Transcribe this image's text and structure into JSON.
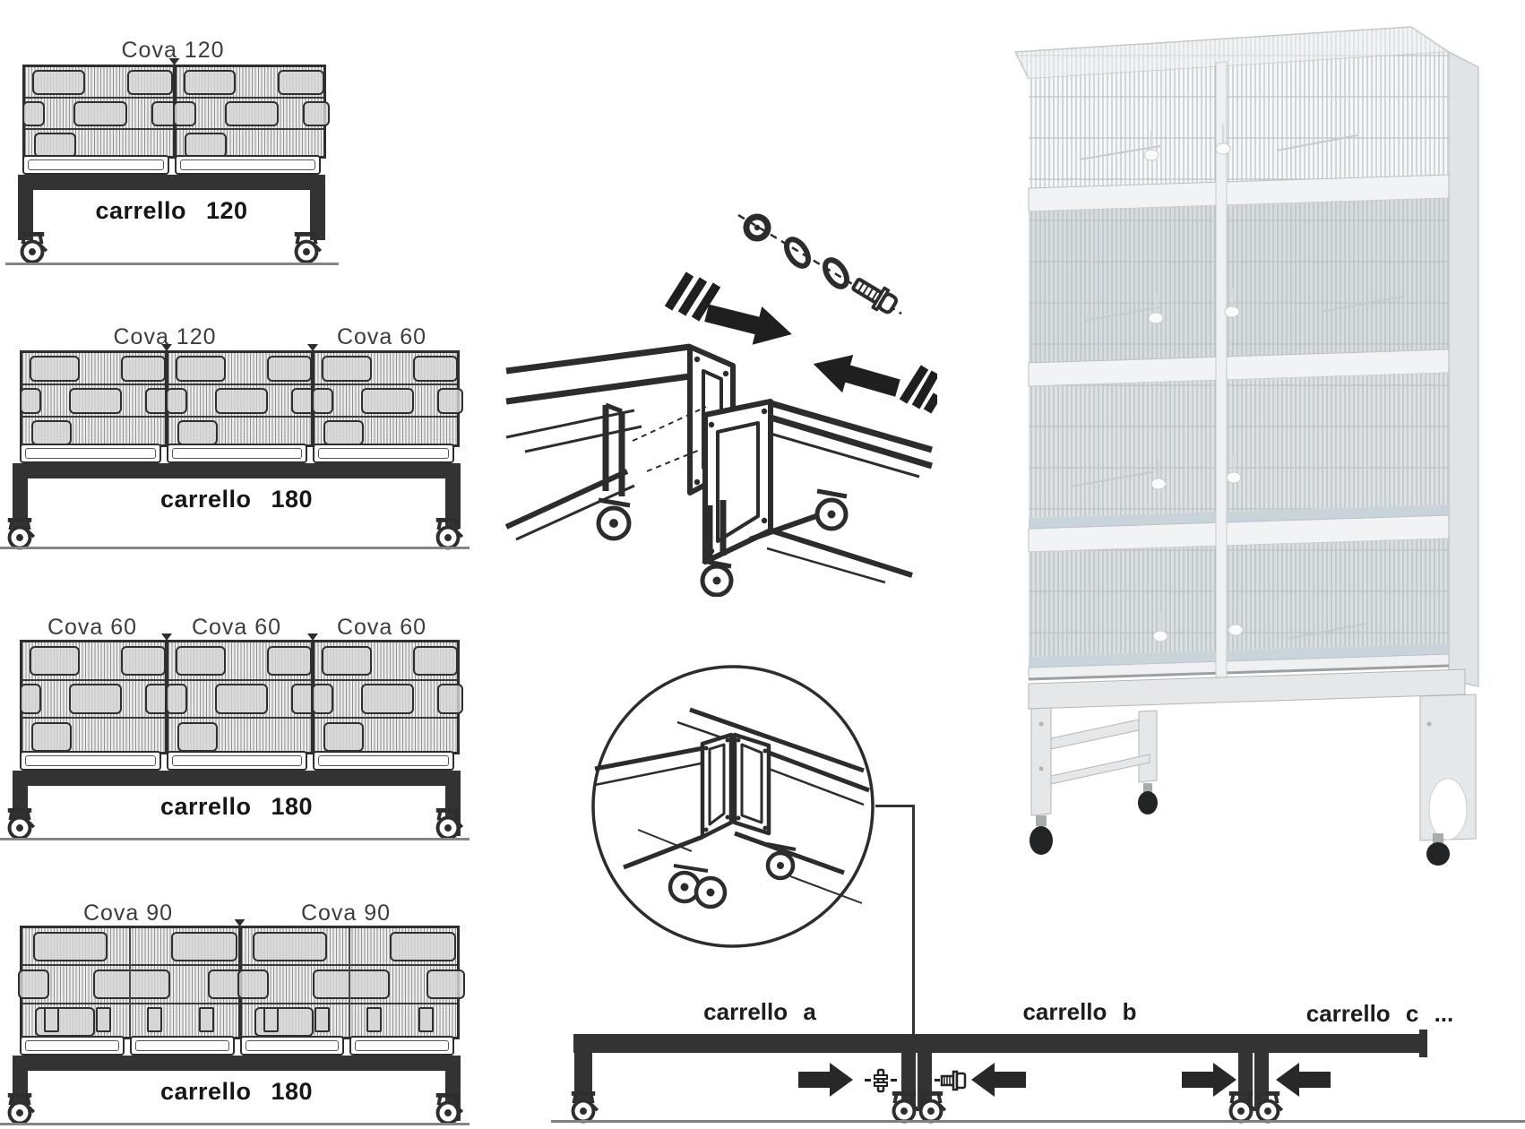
{
  "colors": {
    "ink": "#2e2e2e",
    "cart_fill": "#333333",
    "label_gray": "#3d3d3d",
    "ground_gray": "#858585",
    "arrow_black": "#282828",
    "photo_floor_blue": "#c8d4da",
    "photo_metal_gray": "#e6e7e8"
  },
  "diagrams": [
    {
      "cova_labels": [
        "Cova 120"
      ],
      "cart_label": "carrello 120"
    },
    {
      "cova_labels": [
        "Cova 120",
        "Cova 60"
      ],
      "cart_label": "carrello 180"
    },
    {
      "cova_labels": [
        "Cova 60",
        "Cova 60",
        "Cova 60"
      ],
      "cart_label": "carrello 180"
    },
    {
      "cova_labels": [
        "Cova 90",
        "Cova 90"
      ],
      "cart_label": "carrello 180"
    }
  ],
  "assembly": {
    "icons": [
      "nut-icon",
      "washer-icon",
      "washer-icon",
      "bolt-icon",
      "arrow-right-icon",
      "arrow-left-icon",
      "cart-frame-left",
      "cart-frame-right",
      "caster-icon"
    ]
  },
  "detail_circle": {
    "icon": "joined-carts-detail"
  },
  "bottom": {
    "labels": [
      "carrello a",
      "carrello b",
      "carrello c ..."
    ],
    "icons": [
      "arrow-right-icon",
      "bolt-end-icon",
      "bolt-side-icon",
      "arrow-left-icon",
      "caster-icon"
    ]
  },
  "photo": {
    "alt": "stacked-breeding-cages-on-castered-stand"
  }
}
